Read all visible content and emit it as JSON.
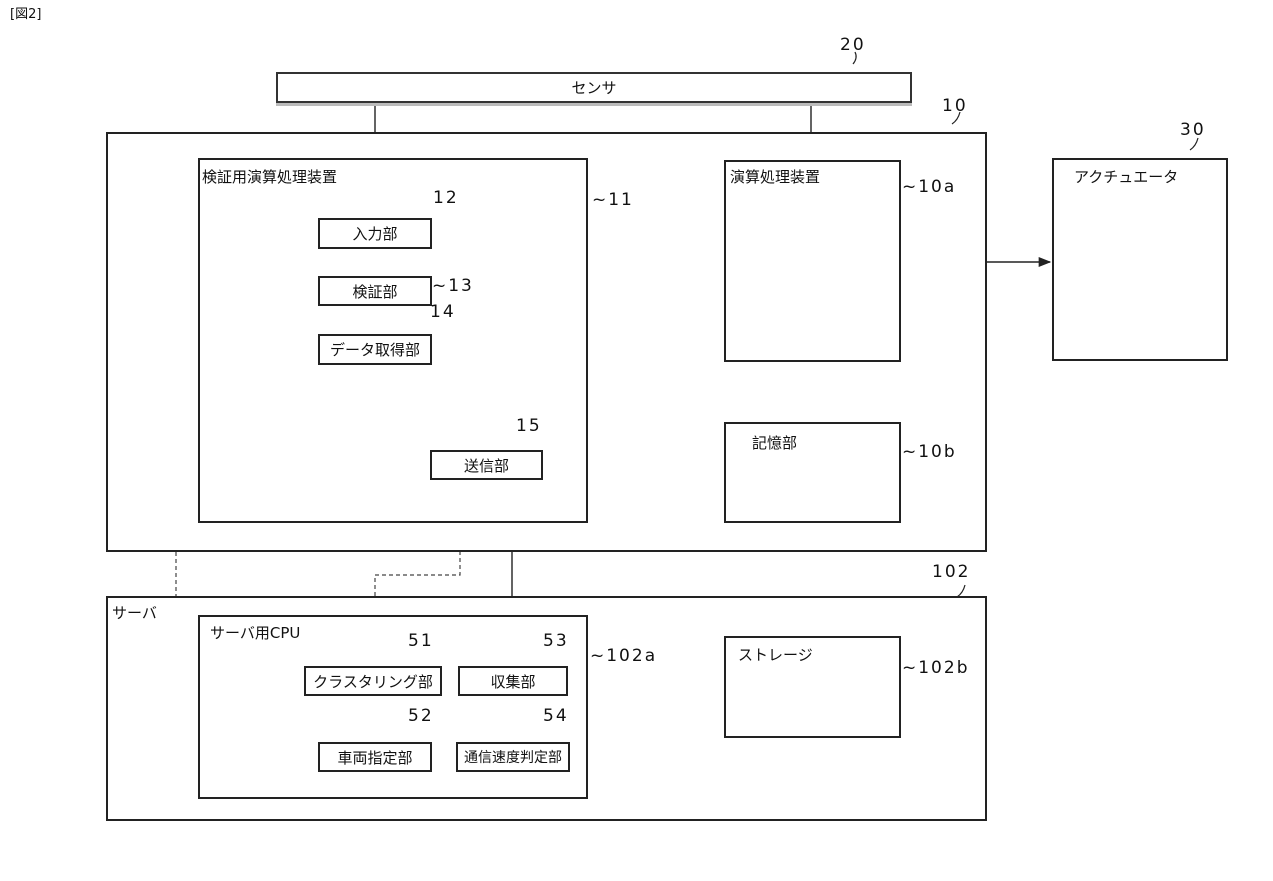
{
  "figure_label": "[図2]",
  "sensor": {
    "label": "センサ",
    "ref": "20"
  },
  "vehicle": {
    "ref": "10"
  },
  "verification_unit": {
    "label": "検証用演算処理装置",
    "ref": "~11"
  },
  "input_unit": {
    "label": "入力部",
    "ref": "12"
  },
  "verify_unit": {
    "label": "検証部",
    "ref": "~13"
  },
  "data_acq_unit": {
    "label": "データ取得部",
    "ref": "14"
  },
  "transmit_unit": {
    "label": "送信部",
    "ref": "15"
  },
  "processor": {
    "label": "演算処理装置",
    "ref": "~10a"
  },
  "memory": {
    "label": "記憶部",
    "ref": "~10b"
  },
  "actuator": {
    "label": "アクチュエータ",
    "ref": "30"
  },
  "server": {
    "label": "サーバ",
    "ref": "102"
  },
  "server_cpu": {
    "label": "サーバ用CPU",
    "ref": "~102a"
  },
  "clustering_unit": {
    "label": "クラスタリング部",
    "ref": "51"
  },
  "vehicle_select_unit": {
    "label": "車両指定部",
    "ref": "52"
  },
  "collect_unit": {
    "label": "収集部",
    "ref": "53"
  },
  "speed_judge_unit": {
    "label": "通信速度判定部",
    "ref": "54"
  },
  "storage": {
    "label": "ストレージ",
    "ref": "~102b"
  }
}
